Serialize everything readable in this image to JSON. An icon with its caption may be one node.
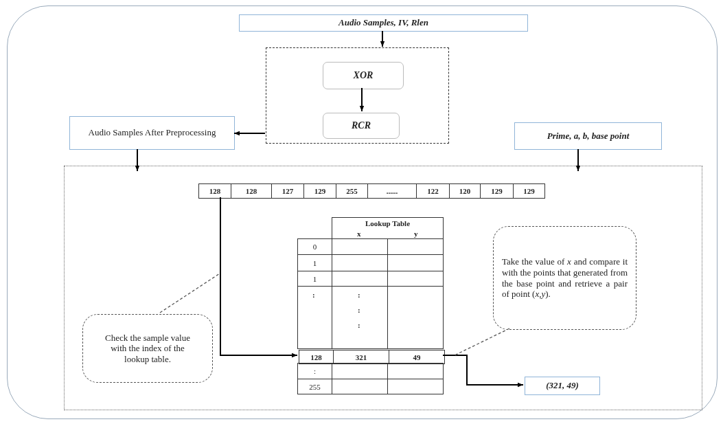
{
  "diagram": {
    "nodes": [
      {
        "text": [],
        "shape": "box"
      },
      {
        "text": [
          "Audio Samples, IV, Rlen"
        ],
        "in": 0
      },
      {
        "text": [],
        "shape": "box",
        "in": 0
      },
      {
        "text": [
          "XOR"
        ],
        "in": 2
      },
      {
        "text": [
          "RCR"
        ],
        "in": 2
      },
      {
        "text": [
          "Audio Samples After Preprocessing"
        ],
        "in": 0
      },
      {
        "text": [
          "Prime, a, b, base point"
        ],
        "in": 0
      },
      {
        "text": [],
        "shape": "box",
        "in": 0
      },
      {
        "text": [
          "128",
          "128",
          "127",
          "129",
          "255",
          "......",
          "122",
          "120",
          "129",
          "129"
        ],
        "in": 7
      },
      {
        "text": [
          "128",
          "321",
          "49"
        ],
        "in": 7
      },
      {
        "text": [
          "Check the sample value with the index of the lookup table."
        ],
        "in": 7
      },
      {
        "text": [
          "Take the value of *x* and compare it with the points that generated from the base point and retrieve a pair of point (*x*,*y*)."
        ],
        "in": 7
      },
      {
        "text": [
          "(321, 49)"
        ],
        "in": 7
      }
    ],
    "edges": [
      {
        "from": 1,
        "to": 2,
        "arrow": "to"
      },
      {
        "from": 3,
        "to": 4,
        "arrow": "to"
      },
      {
        "from": 2,
        "to": 5,
        "arrow": "to"
      },
      {
        "from": 5,
        "to": 7,
        "arrow": "to"
      },
      {
        "from": 6,
        "to": 7,
        "arrow": "to"
      },
      {
        "from": 8,
        "to": 9,
        "arrow": "to"
      },
      {
        "from": 9,
        "to": 12,
        "arrow": "to"
      },
      {
        "from": 10,
        "to": null,
        "arrow": "none",
        "style": "dashed"
      },
      {
        "from": 11,
        "to": null,
        "arrow": "none",
        "style": "dashed"
      }
    ],
    "labels": [
      "Lookup Table",
      "x",
      "y",
      "0",
      "1",
      "1",
      ":",
      ":",
      ":",
      ":",
      ":",
      "255"
    ]
  }
}
